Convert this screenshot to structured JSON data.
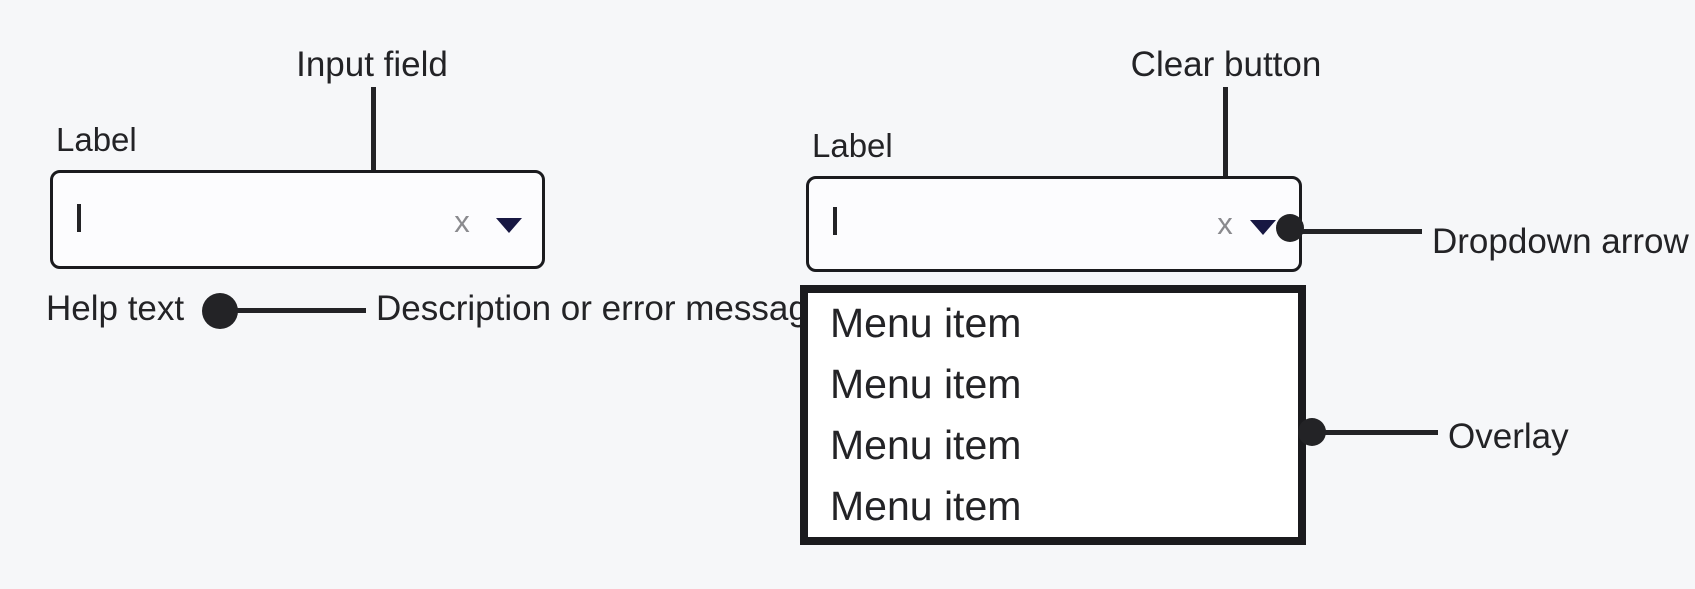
{
  "colors": {
    "background": "#f6f7f9",
    "ink": "#232326",
    "field_border": "#1b1b1e",
    "field_background": "#fcfcfe",
    "menu_background": "#ffffff",
    "clear_glyph_gray": "#8a8a8e",
    "dropdown_arrow_navy": "#181843"
  },
  "icons": {
    "dropdown": "triangle-down-icon",
    "clear": "x-glyph",
    "text_cursor": "i-beam-bar",
    "callout": "dot-and-line"
  },
  "left_group": {
    "annotation_input_field": "Input field",
    "label": "Label",
    "clear_glyph": "x",
    "help_text": "Help text",
    "help_annotation": "Description or error message"
  },
  "right_group": {
    "annotation_clear_button": "Clear button",
    "label": "Label",
    "clear_glyph": "x",
    "annotation_dropdown_arrow": "Dropdown arrow",
    "annotation_overlay": "Overlay",
    "menu_items": [
      "Menu item",
      "Menu item",
      "Menu item",
      "Menu item"
    ]
  }
}
